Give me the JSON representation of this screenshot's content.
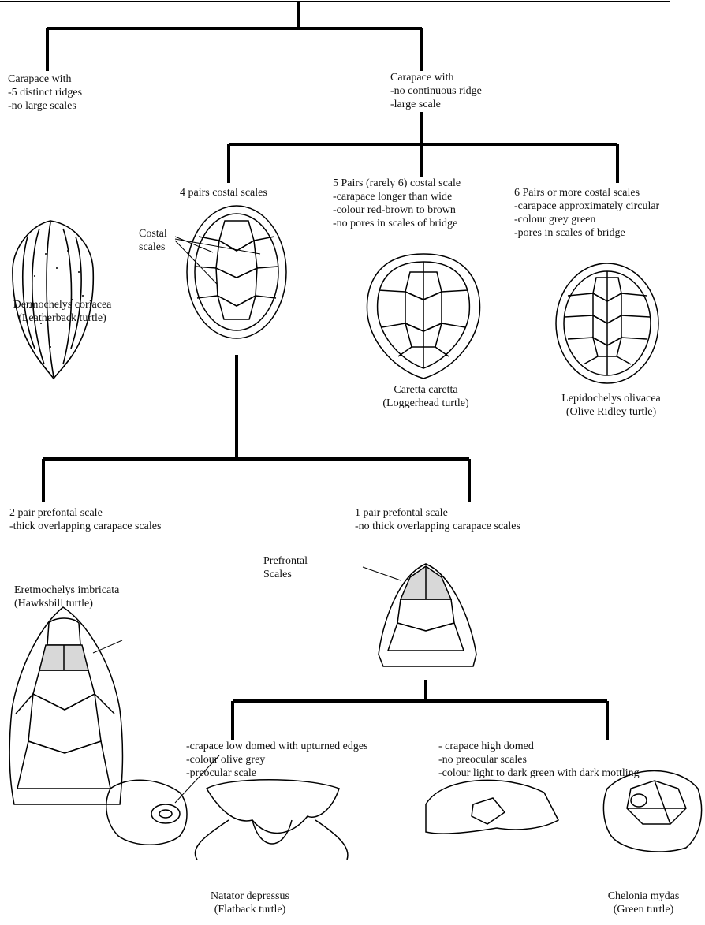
{
  "branch_left": {
    "label": [
      "Carapace with",
      "-5 distinct ridges",
      "-no large scales"
    ]
  },
  "branch_right": {
    "label": [
      "Carapace with",
      "-no continuous ridge",
      "-large scale"
    ]
  },
  "branch_four_pairs": {
    "label": "4 pairs costal scales",
    "costal_label": [
      "Costal",
      "scales"
    ]
  },
  "branch_five_pairs": {
    "label": [
      "5 Pairs (rarely 6) costal scale",
      "-carapace longer than wide",
      "-colour red-brown to brown",
      "-no pores in scales of bridge"
    ]
  },
  "branch_six_pairs": {
    "label": [
      "6 Pairs or more costal scales",
      "-carapace approximately circular",
      "-colour grey green",
      "-pores in scales of bridge"
    ]
  },
  "species": {
    "leatherback": [
      "Dermochelys coriacea",
      "(Leatherback turtle)"
    ],
    "loggerhead": [
      "Caretta caretta",
      "(Loggerhead turtle)"
    ],
    "olive_ridley": [
      "Lepidochelys olivacea",
      "(Olive Ridley turtle)"
    ],
    "hawksbill": [
      "Eretmochelys imbricata",
      "(Hawksbill turtle)"
    ],
    "flatback": [
      "Natator depressus",
      "(Flatback turtle)"
    ],
    "green": [
      "Chelonia mydas",
      "(Green turtle)"
    ]
  },
  "branch_two_prefrontal": {
    "label": [
      "2 pair prefontal scale",
      "-thick overlapping carapace scales"
    ]
  },
  "branch_one_prefrontal": {
    "label": [
      "1 pair prefontal scale",
      "-no thick overlapping carapace scales"
    ],
    "prefrontal_label": [
      "Prefrontal",
      "Scales"
    ]
  },
  "branch_low_domed": {
    "label": [
      "-crapace low domed with upturned edges",
      "-colour olive grey",
      "-preocular scale"
    ]
  },
  "branch_high_domed": {
    "label": [
      "- crapace high domed",
      "-no preocular scales",
      "-colour light to dark green with dark mottling"
    ]
  }
}
